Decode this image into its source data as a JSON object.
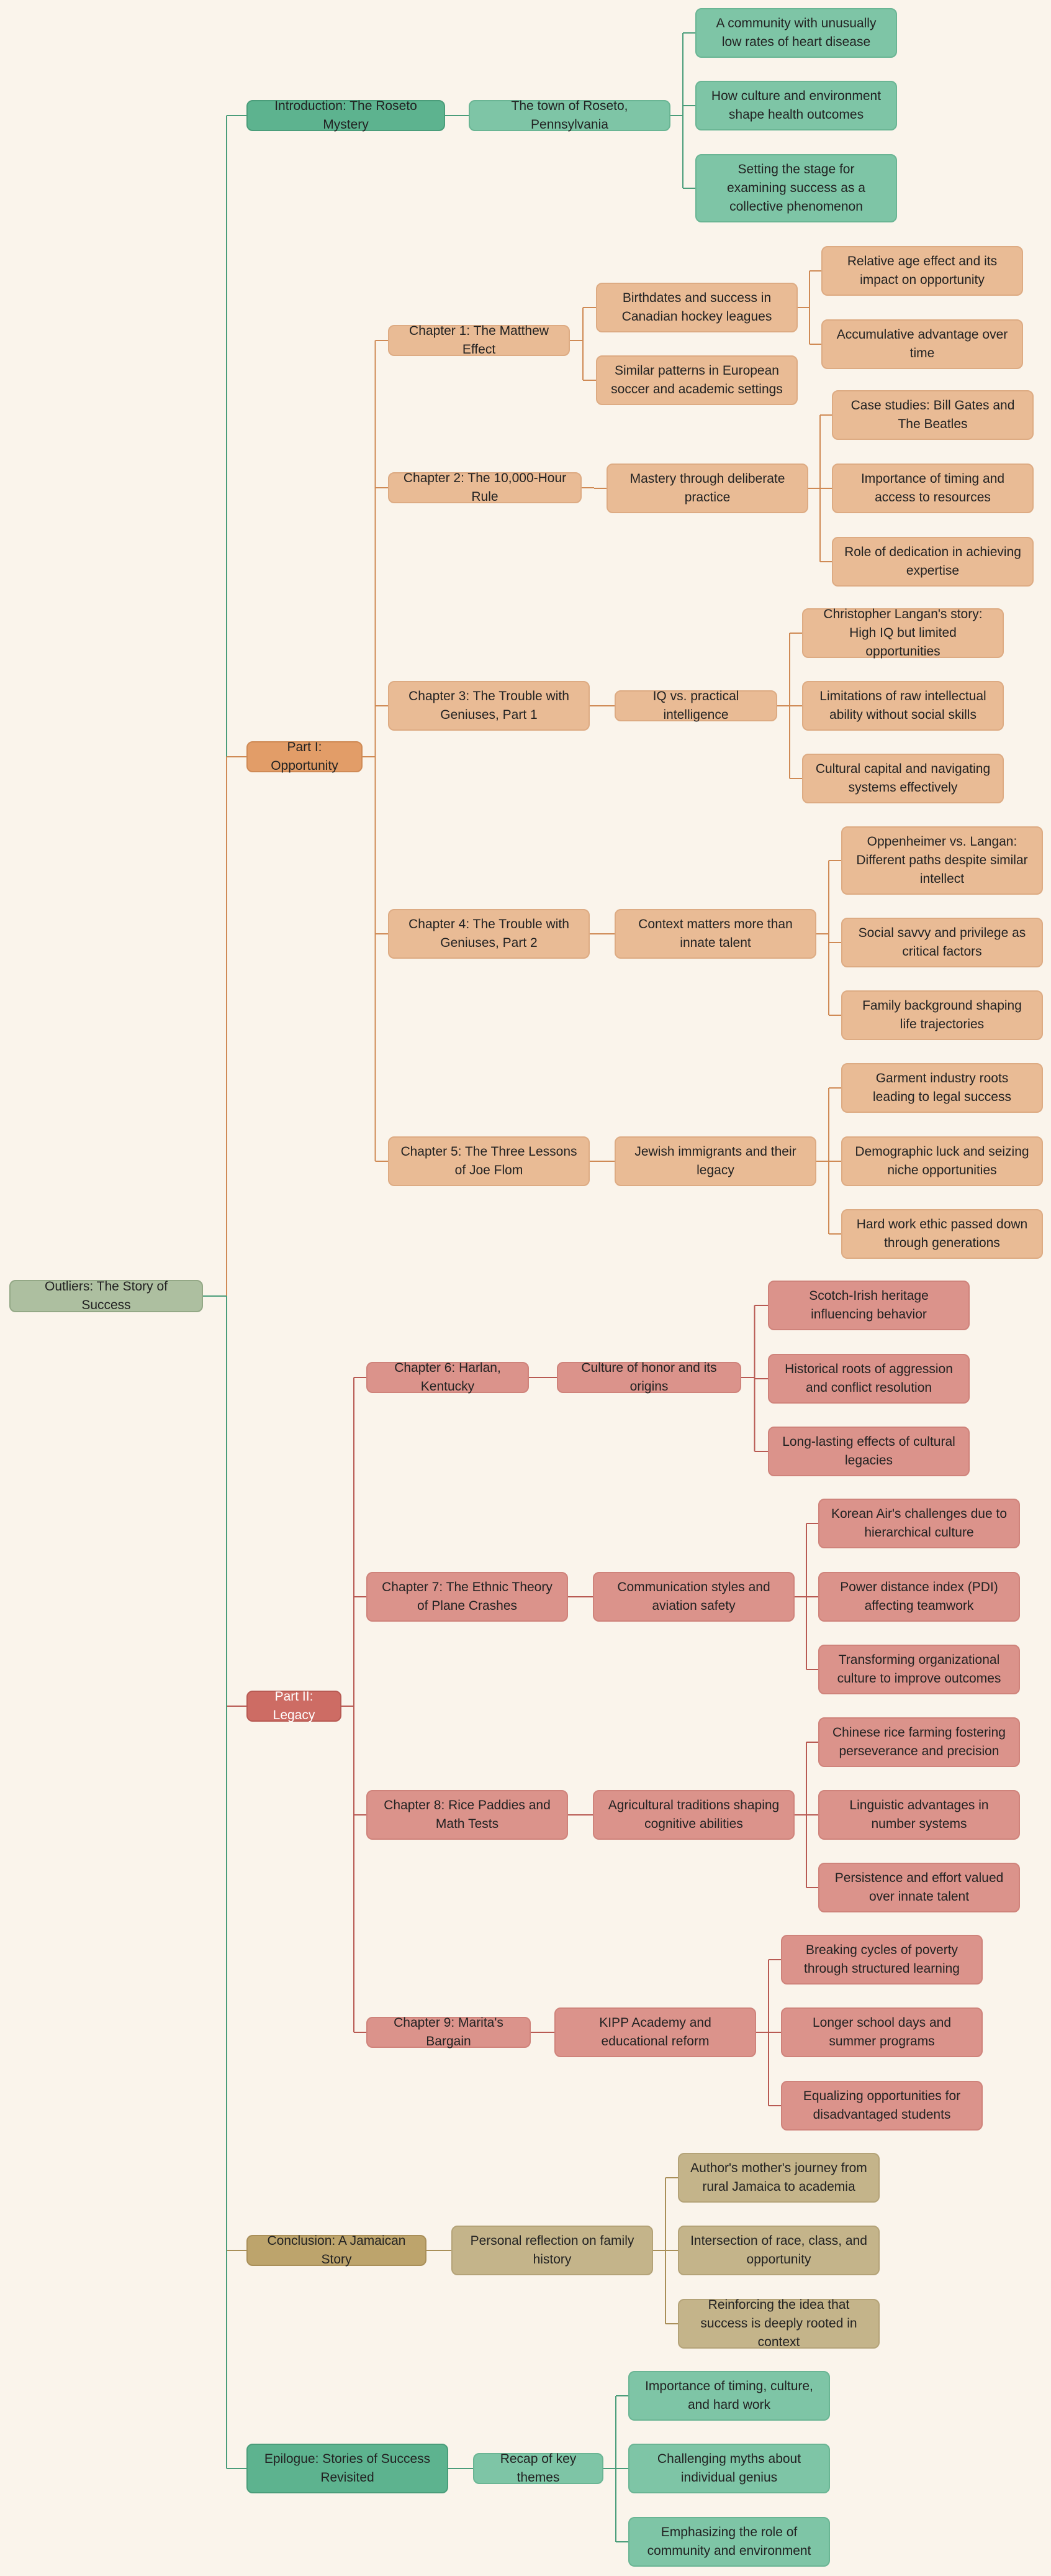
{
  "mindmap": {
    "root": "Outliers: The Story of Success",
    "branches": [
      {
        "label": "Introduction: The Roseto Mystery",
        "color": "#5db38f",
        "children": [
          {
            "label": "The town of Roseto, Pennsylvania",
            "children": [
              "A community with unusually low rates of heart disease",
              "How culture and environment shape health outcomes",
              "Setting the stage for examining success as a collective phenomenon"
            ]
          }
        ]
      },
      {
        "label": "Part I: Opportunity",
        "color": "#e29d68",
        "children": [
          {
            "label": "Chapter 1: The Matthew Effect",
            "children": [
              {
                "label": "Birthdates and success in Canadian hockey leagues",
                "children": [
                  "Relative age effect and its impact on opportunity",
                  "Accumulative advantage over time"
                ]
              },
              {
                "label": "Similar patterns in European soccer and academic settings",
                "children": []
              }
            ]
          },
          {
            "label": "Chapter 2: The 10,000-Hour Rule",
            "children": [
              {
                "label": "Mastery through deliberate practice",
                "children": [
                  "Case studies: Bill Gates and The Beatles",
                  "Importance of timing and access to resources",
                  "Role of dedication in achieving expertise"
                ]
              }
            ]
          },
          {
            "label": "Chapter 3: The Trouble with Geniuses, Part 1",
            "children": [
              {
                "label": "IQ vs. practical intelligence",
                "children": [
                  "Christopher Langan's story: High IQ but limited opportunities",
                  "Limitations of raw intellectual ability without social skills",
                  "Cultural capital and navigating systems effectively"
                ]
              }
            ]
          },
          {
            "label": "Chapter 4: The Trouble with Geniuses, Part 2",
            "children": [
              {
                "label": "Context matters more than innate talent",
                "children": [
                  "Oppenheimer vs. Langan: Different paths despite similar intellect",
                  "Social savvy and privilege as critical factors",
                  "Family background shaping life trajectories"
                ]
              }
            ]
          },
          {
            "label": "Chapter 5: The Three Lessons of Joe Flom",
            "children": [
              {
                "label": "Jewish immigrants and their legacy",
                "children": [
                  "Garment industry roots leading to legal success",
                  "Demographic luck and seizing niche opportunities",
                  "Hard work ethic passed down through generations"
                ]
              }
            ]
          }
        ]
      },
      {
        "label": "Part II: Legacy",
        "color": "#cd6c64",
        "children": [
          {
            "label": "Chapter 6: Harlan, Kentucky",
            "children": [
              {
                "label": "Culture of honor and its origins",
                "children": [
                  "Scotch-Irish heritage influencing behavior",
                  "Historical roots of aggression and conflict resolution",
                  "Long-lasting effects of cultural legacies"
                ]
              }
            ]
          },
          {
            "label": "Chapter 7: The Ethnic Theory of Plane Crashes",
            "children": [
              {
                "label": "Communication styles and aviation safety",
                "children": [
                  "Korean Air's challenges due to hierarchical culture",
                  "Power distance index (PDI) affecting teamwork",
                  "Transforming organizational culture to improve outcomes"
                ]
              }
            ]
          },
          {
            "label": "Chapter 8: Rice Paddies and Math Tests",
            "children": [
              {
                "label": "Agricultural traditions shaping cognitive abilities",
                "children": [
                  "Chinese rice farming fostering perseverance and precision",
                  "Linguistic advantages in number systems",
                  "Persistence and effort valued over innate talent"
                ]
              }
            ]
          },
          {
            "label": "Chapter 9: Marita's Bargain",
            "children": [
              {
                "label": "KIPP Academy and educational reform",
                "children": [
                  "Breaking cycles of poverty through structured learning",
                  "Longer school days and summer programs",
                  "Equalizing opportunities for disadvantaged students"
                ]
              }
            ]
          }
        ]
      },
      {
        "label": "Conclusion: A Jamaican Story",
        "color": "#bda46c",
        "children": [
          {
            "label": "Personal reflection on family history",
            "children": [
              "Author's mother's journey from rural Jamaica to academia",
              "Intersection of race, class, and opportunity",
              "Reinforcing the idea that success is deeply rooted in context"
            ]
          }
        ]
      },
      {
        "label": "Epilogue: Stories of Success Revisited",
        "color": "#5db38f",
        "children": [
          {
            "label": "Recap of key themes",
            "children": [
              "Importance of timing, culture, and hard work",
              "Challenging myths about individual genius",
              "Emphasizing the role of community and environment"
            ]
          }
        ]
      }
    ]
  }
}
